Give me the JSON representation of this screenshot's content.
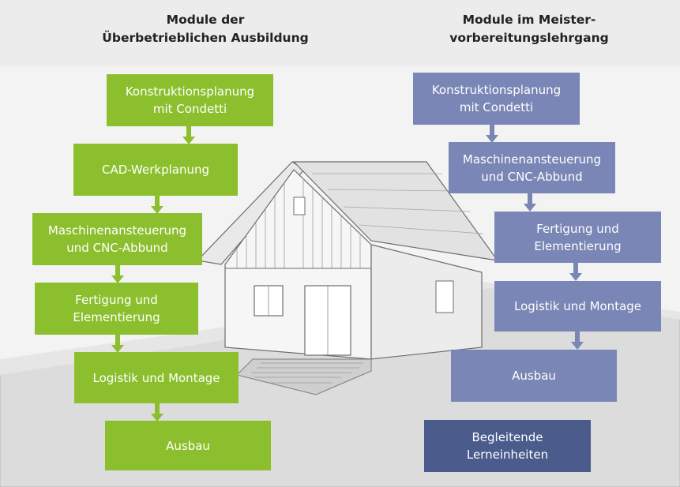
{
  "titles": {
    "left": "Module der\nÜberbetrieblichen Ausbildung",
    "right": "Module im Meister-\nvorbereitungslehrgang"
  },
  "left_modules": [
    "Konstruktionsplanung\nmit Condetti",
    "CAD-Werkplanung",
    "Maschinenansteuerung\nund CNC-Abbund",
    "Fertigung und\nElementierung",
    "Logistik und Montage",
    "Ausbau"
  ],
  "right_modules": [
    "Konstruktionsplanung\nmit Condetti",
    "Maschinenansteuerung\nund CNC-Abbund",
    "Fertigung und\nElementierung",
    "Logistik und Montage",
    "Ausbau"
  ],
  "right_extra": "Begleitende\nLerneinheiten",
  "colors": {
    "green": "#8cbf2d",
    "purple": "#7a86b5",
    "navy": "#4a5b8c",
    "header_bg": "#ececec"
  }
}
